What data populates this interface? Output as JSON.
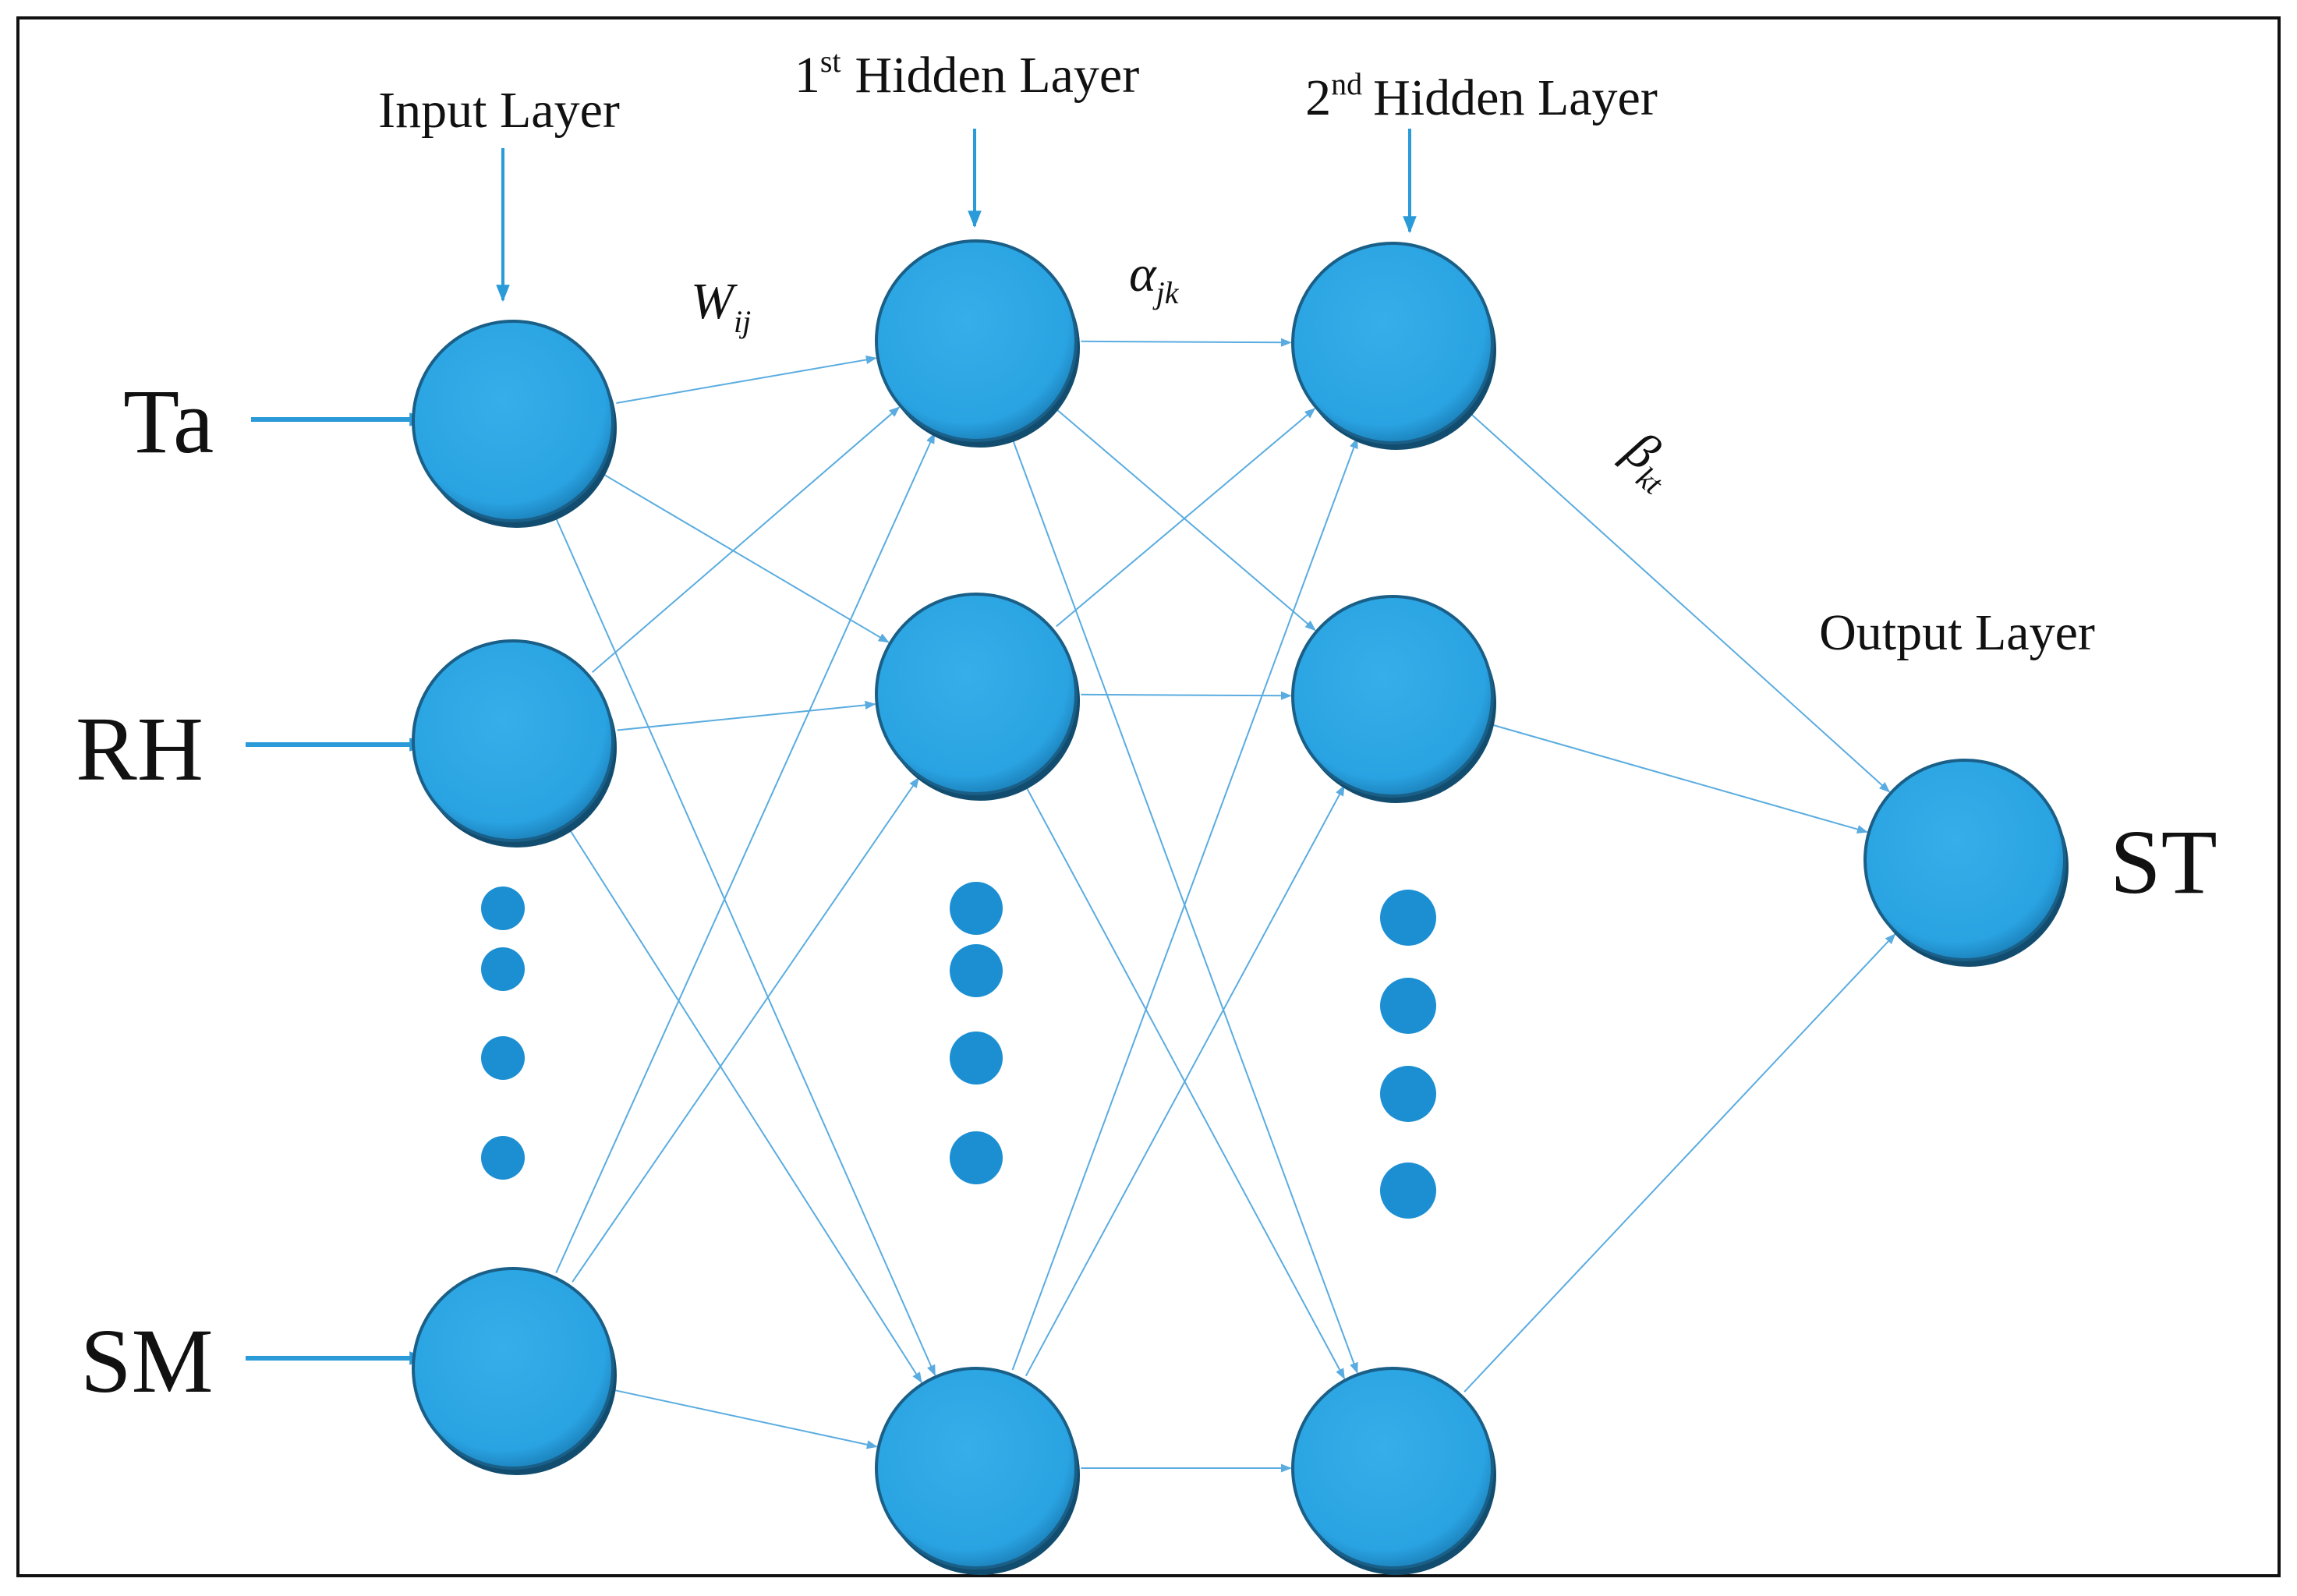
{
  "colors": {
    "node_fill": "#2aa3e2",
    "node_edge": "#1a5f87",
    "connection": "#5aace0",
    "arrow": "#2a9ad8",
    "text": "#111111",
    "frame": "#111111"
  },
  "labels": {
    "input_layer": "Input Layer",
    "hidden1_sup": "st",
    "hidden1_num": "1",
    "hidden1_rest": "Hidden Layer",
    "hidden2_num": "2",
    "hidden2_sup": "nd",
    "hidden2_rest": "Hidden Layer",
    "output_layer": "Output Layer",
    "weight_w_main": "W",
    "weight_w_sub": "ij",
    "weight_alpha_main": "α",
    "weight_alpha_sub": "jk",
    "weight_beta_main": "β",
    "weight_beta_sub": "kt"
  },
  "inputs": [
    "Ta",
    "RH",
    "SM"
  ],
  "output": "ST",
  "icons": {
    "node": "circle-neuron",
    "ellipsis": "vertical-dots",
    "arrow": "arrow-right"
  }
}
